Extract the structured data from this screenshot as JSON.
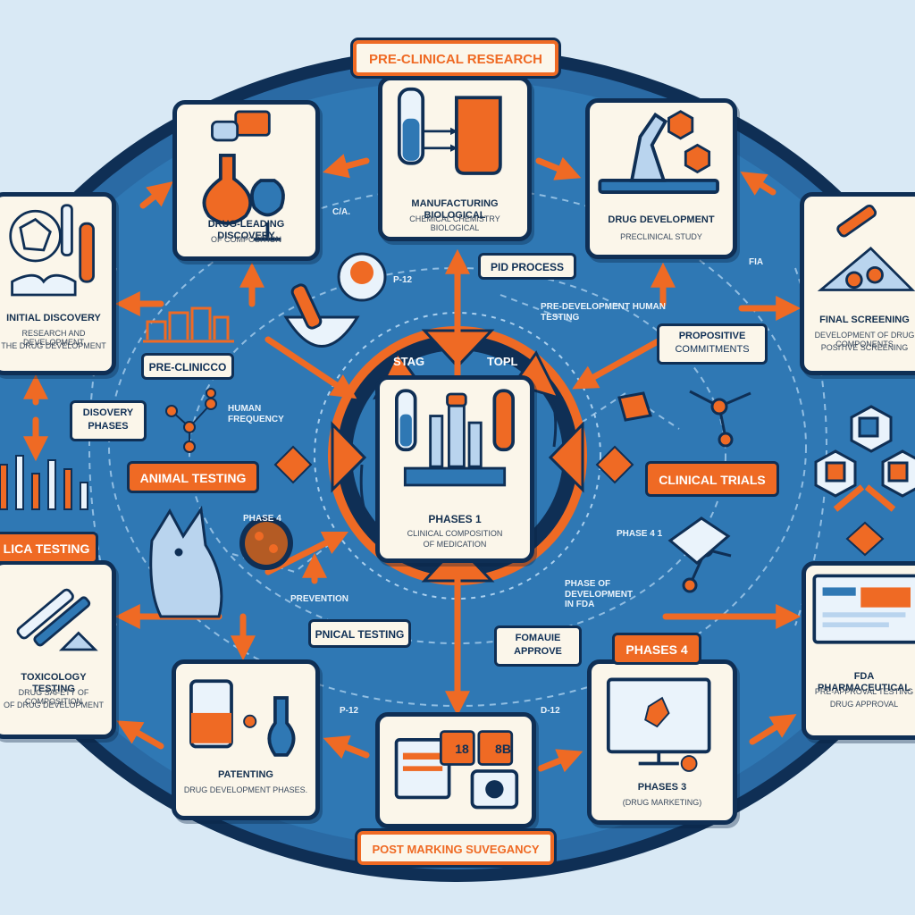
{
  "banners": {
    "top": "PRE-CLINICAL RESEARCH",
    "bottom": "POST MARKING SUVEGANCY"
  },
  "tags": {
    "pre_clinical": "PRE-CLINICCO",
    "disovery_phases": [
      "DISOVERY",
      "PHASES"
    ],
    "pid_process": "PID PROCESS",
    "animal_testing": "ANIMAL TESTING",
    "clinical_testing": "LICA TESTING",
    "clinical_trials": "CLINICAL TRIALS",
    "pnical_testing": "PNICAL TESTING",
    "fda_approve": [
      "FOMAUIE",
      "APPROVE"
    ],
    "phases_4": "PHASES 4",
    "proposal": [
      "PROPOSITIVE",
      "COMMITMENTS"
    ]
  },
  "center": {
    "ring_left": "STAG",
    "ring_right": "TOPL",
    "title": "PHASES 1",
    "sub": [
      "CLINICAL COMPOSITION",
      "OF MEDICATION"
    ]
  },
  "cards": {
    "top_left": [
      "DRUG-LEADING DISCOVERY",
      "OF COMPOSITION"
    ],
    "top_center": [
      "MANUFACTURING BIOLOGICAL",
      "CHEMICAL CHEMISTRY BIOLOGICAL"
    ],
    "top_right": [
      "DRUG DEVELOPMENT",
      "PRECLINICAL STUDY"
    ],
    "left_upper": [
      "INITIAL DISCOVERY",
      "RESEARCH AND DEVELOPMENT",
      "THE DRUG DEVELOPMENT"
    ],
    "right_upper": [
      "FINAL SCREENING",
      "DEVELOPMENT OF DRUG COMPONENTS",
      "POSITIVE SCREENING"
    ],
    "left_lower": [
      "TOXICOLOGY TESTING",
      "DRUG SAFETY OF COMPOSITION",
      "OF DRUG DEVELOPMENT"
    ],
    "right_lower": [
      "FDA PHARMACEUTICAL",
      "PRE-APPROVAL TESTING",
      "DRUG APPROVAL"
    ],
    "bottom_left": [
      "PATENTING",
      "DRUG DEVELOPMENT PHASES."
    ],
    "bottom_right": [
      "PHASES 3",
      "(DRUG MARKETING)"
    ],
    "bottom_center": [
      "18",
      "8B"
    ]
  },
  "labels": {
    "ca": "C/A.",
    "p12a": "P-12",
    "fia": "FIA",
    "humans": [
      "PRE-DEVELOPMENT HUMAN",
      "TESTING"
    ],
    "human_frequency": [
      "HUMAN",
      "FREQUENCY"
    ],
    "phase4": "PHASE 4",
    "phase41": "PHASE 4 1",
    "prevention": "PREVENTION",
    "phase_of": [
      "PHASE OF",
      "DEVELOPMENT",
      "IN FDA"
    ],
    "p12b": "P-12",
    "d12": "D-12"
  },
  "colors": {
    "navy": "#0f2f55",
    "blue": "#2f78b4",
    "orange": "#ef6a24",
    "paper": "#fbf6ea",
    "sky": "#d9e9f5"
  }
}
